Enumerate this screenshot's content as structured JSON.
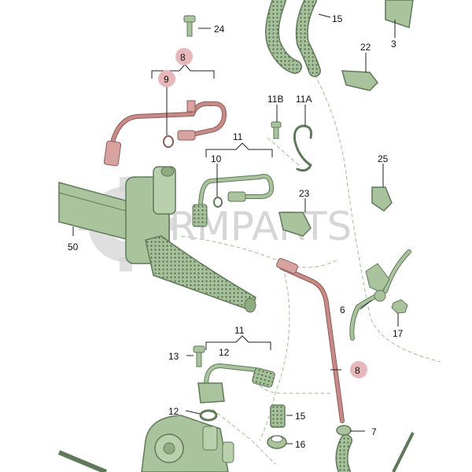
{
  "watermark": "RMPARTS",
  "callouts": {
    "c24": "24",
    "c15a": "15",
    "c3": "3",
    "c22": "22",
    "c8a": "8",
    "c9": "9",
    "c11b": "11B",
    "c11a": "11A",
    "c11a_group": "11",
    "c10": "10",
    "c25": "25",
    "c23": "23",
    "c50": "50",
    "c6": "6",
    "c17": "17",
    "c11b_group": "11",
    "c12a": "12",
    "c13": "13",
    "c8b": "8",
    "c12b": "12",
    "c15b": "15",
    "c7": "7",
    "c16": "16"
  },
  "colors": {
    "part_green": "#a9c49c",
    "part_green_dark": "#5f7a58",
    "highlight_pipe": "#c98a86",
    "highlight_circle": "#e8b7bb",
    "guide_line": "#9fbf9a"
  }
}
